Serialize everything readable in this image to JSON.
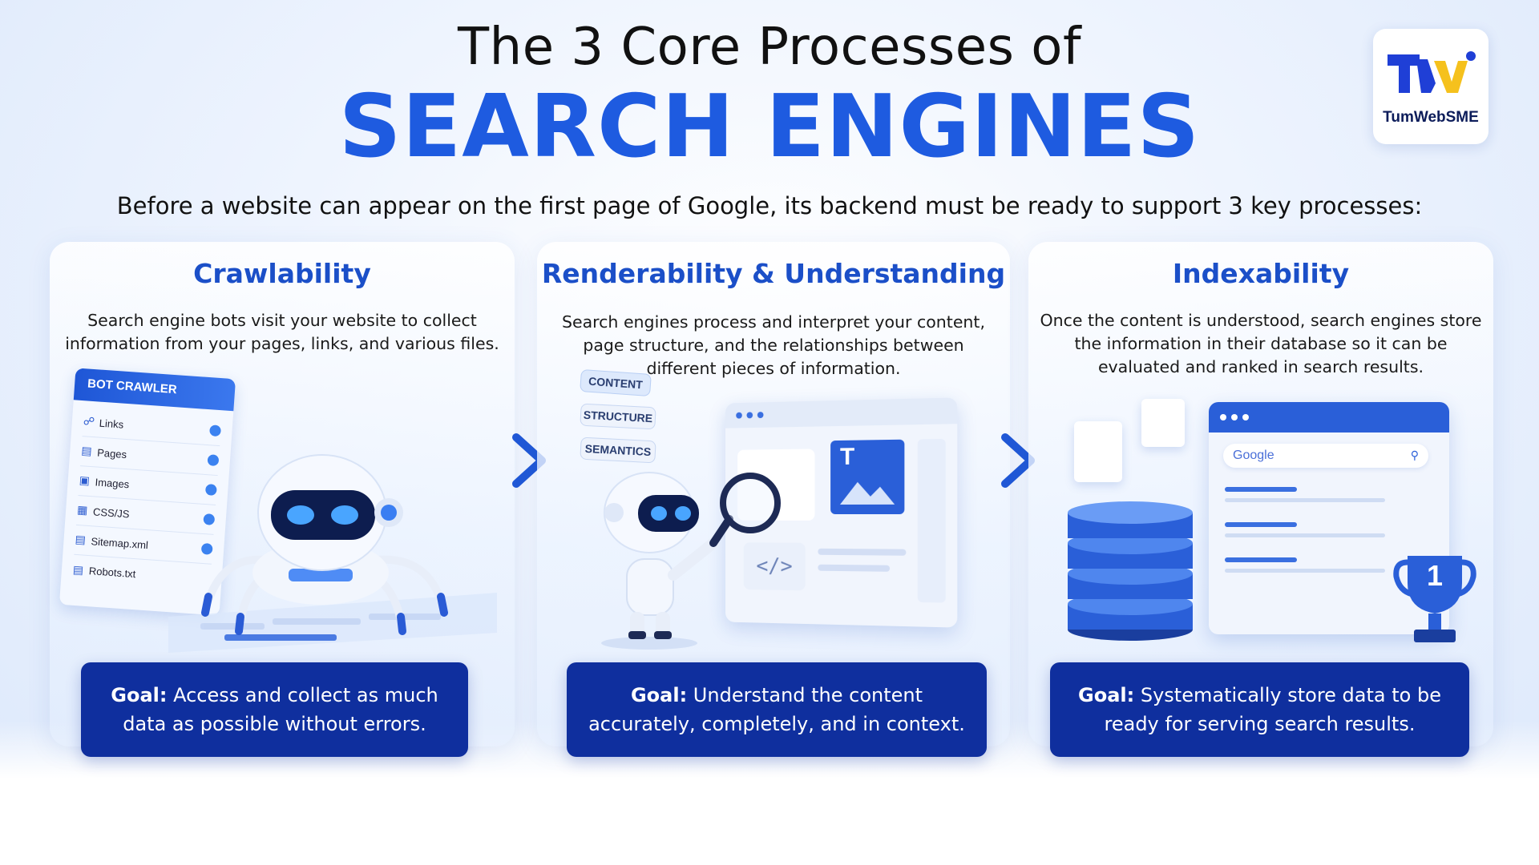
{
  "header": {
    "title_line1": "The 3 Core Processes of",
    "title_line2": "SEARCH ENGINES",
    "subtitle": "Before a website can appear on the first page of Google, its backend must be ready to support 3 key processes:"
  },
  "logo": {
    "text": "TumWebSME",
    "icon": "tw-logo-icon"
  },
  "colors": {
    "accent": "#1e5be0",
    "panel_title": "#1b4fc8",
    "goal_bg": "#0f2f9e"
  },
  "panels": [
    {
      "title": "Crawlability",
      "description": "Search engine bots visit your website to collect information from your pages, links, and various files.",
      "goal_label": "Goal:",
      "goal_text": " Access and collect as much data as possible without errors.",
      "illustration": {
        "card_title": "BOT CRAWLER",
        "items": [
          "Links",
          "Pages",
          "Images",
          "CSS/JS",
          "Sitemap.xml",
          "Robots.txt"
        ]
      }
    },
    {
      "title": "Renderability & Understanding",
      "description": "Search engines process and interpret your content, page structure, and the relationships between different pieces of information.",
      "goal_label": "Goal:",
      "goal_text": " Understand the content accurately, completely, and in context.",
      "illustration": {
        "tags": [
          "CONTENT",
          "STRUCTURE",
          "SEMANTICS"
        ],
        "image_letter": "T",
        "code_glyph": "</>"
      }
    },
    {
      "title": "Indexability",
      "description": "Once the content is understood, search engines store the information in their database so it can be evaluated and ranked in search results.",
      "goal_label": "Goal:",
      "goal_text": " Systematically store data to be ready for serving search results.",
      "illustration": {
        "search_brand": "Google",
        "trophy_number": "1"
      }
    }
  ]
}
